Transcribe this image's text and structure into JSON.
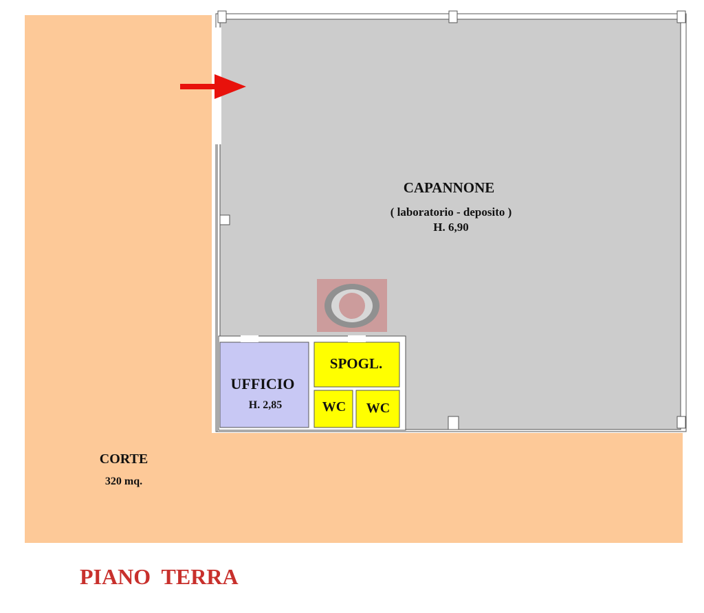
{
  "rooms": {
    "capannone": {
      "name": "CAPANNONE",
      "use": "( laboratorio - deposito )",
      "height": "H. 6,90",
      "color": "#cccccc"
    },
    "ufficio": {
      "name": "UFFICIO",
      "height": "H. 2,85",
      "color": "#c8c8f4"
    },
    "spogliatoio": {
      "name": "SPOGL.",
      "color": "#ffff00"
    },
    "wc1": {
      "name": "WC",
      "color": "#ffff00"
    },
    "wc2": {
      "name": "WC",
      "color": "#ffff00"
    },
    "corte": {
      "name": "CORTE",
      "area": "320 mq.",
      "color": "#fdc998"
    }
  },
  "title": {
    "text": "PIANO  TERRA",
    "color": "#c8302c"
  },
  "entrance_arrow": {
    "icon": "arrow-right-icon",
    "color": "#e8120c"
  }
}
